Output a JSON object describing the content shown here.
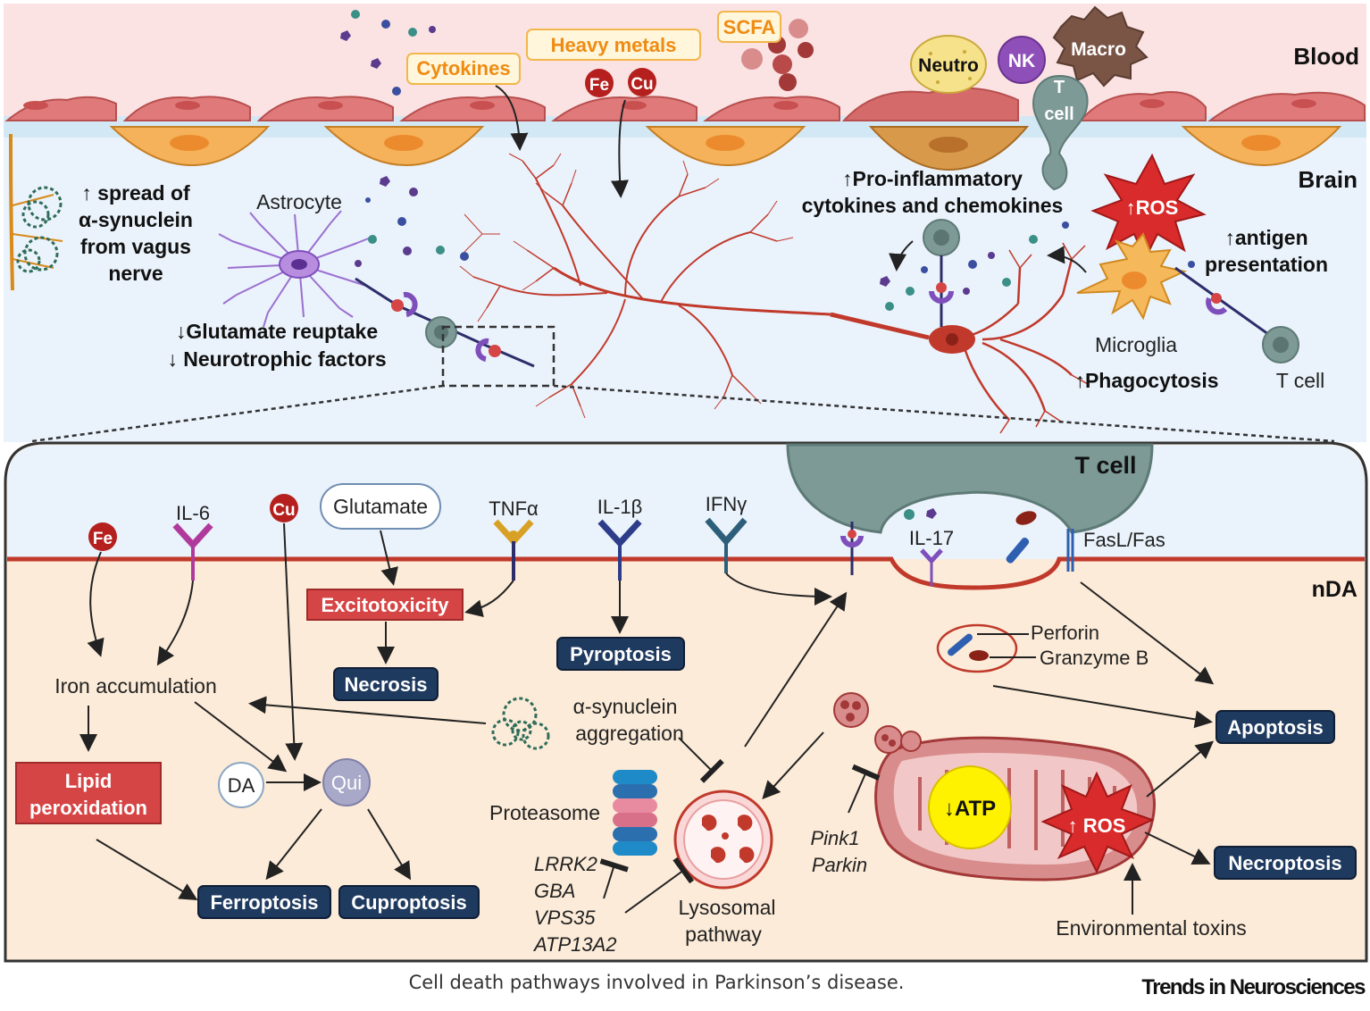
{
  "regions": {
    "blood": "Blood",
    "brain": "Brain",
    "nda": "nDA",
    "tcell_header": "T cell"
  },
  "blood_factors": {
    "cytokines": "Cytokines",
    "heavy_metals": "Heavy metals",
    "scfa": "SCFA",
    "fe": "Fe",
    "cu": "Cu"
  },
  "immune_cells": {
    "neutro": "Neutro",
    "nk": "NK",
    "macro": "Macro",
    "tcell_line1": "T",
    "tcell_line2": "cell"
  },
  "brain_labels": {
    "alpha_syn_spread": [
      "↑ spread of",
      "α-synuclein",
      "from vagus",
      "nerve"
    ],
    "astrocyte": "Astrocyte",
    "glutamate_reuptake": "↓Glutamate reuptake",
    "neurotrophic": "↓ Neurotrophic factors",
    "pro_inflam": [
      "↑Pro-inflammatory",
      "cytokines and chemokines"
    ],
    "ros": "↑ROS",
    "antigen": [
      "↑antigen",
      "presentation"
    ],
    "microglia": "Microglia",
    "phagocytosis": "↑Phagocytosis",
    "tcell": "T cell"
  },
  "receptors": {
    "fe": "Fe",
    "il6": "IL-6",
    "cu": "Cu",
    "glutamate": "Glutamate",
    "tnfa": "TNFα",
    "il1b": "IL-1β",
    "ifng": "IFNγ",
    "il17": "IL-17",
    "fasl": "FasL/Fas"
  },
  "processes": {
    "excitotoxicity": "Excitotoxicity",
    "necrosis": "Necrosis",
    "pyroptosis": "Pyroptosis",
    "iron_accumulation": "Iron accumulation",
    "lipid": [
      "Lipid",
      "peroxidation"
    ],
    "da": "DA",
    "qui": "Qui",
    "ferroptosis": "Ferroptosis",
    "cuproptosis": "Cuproptosis",
    "alpha_agg": [
      "α-synuclein",
      "aggregation"
    ],
    "proteasome": "Proteasome",
    "genes": [
      "LRRK2",
      "GBA",
      "VPS35",
      "ATP13A2"
    ],
    "lysosomal": [
      "Lysosomal",
      "pathway"
    ],
    "pink_parkin": [
      "Pink1",
      "Parkin"
    ],
    "atp": "↓ATP",
    "ros": "↑ ROS",
    "perforin": "Perforin",
    "granzyme": "Granzyme B",
    "apoptosis": "Apoptosis",
    "necroptosis": "Necroptosis",
    "env_toxins": "Environmental toxins"
  },
  "caption": "Cell death pathways involved in Parkinson’s disease.",
  "journal": "Trends in Neurosciences",
  "colors": {
    "blood_bg": "#fbe3e3",
    "brain_bg": "#eaf2fb",
    "nda_bg": "#fcebd8",
    "death_box": "#1f3a5f",
    "process_box": "#d64545",
    "factor_label": "#f08a00",
    "neuron": "#c0392b",
    "tcell": "#7d9a96"
  }
}
